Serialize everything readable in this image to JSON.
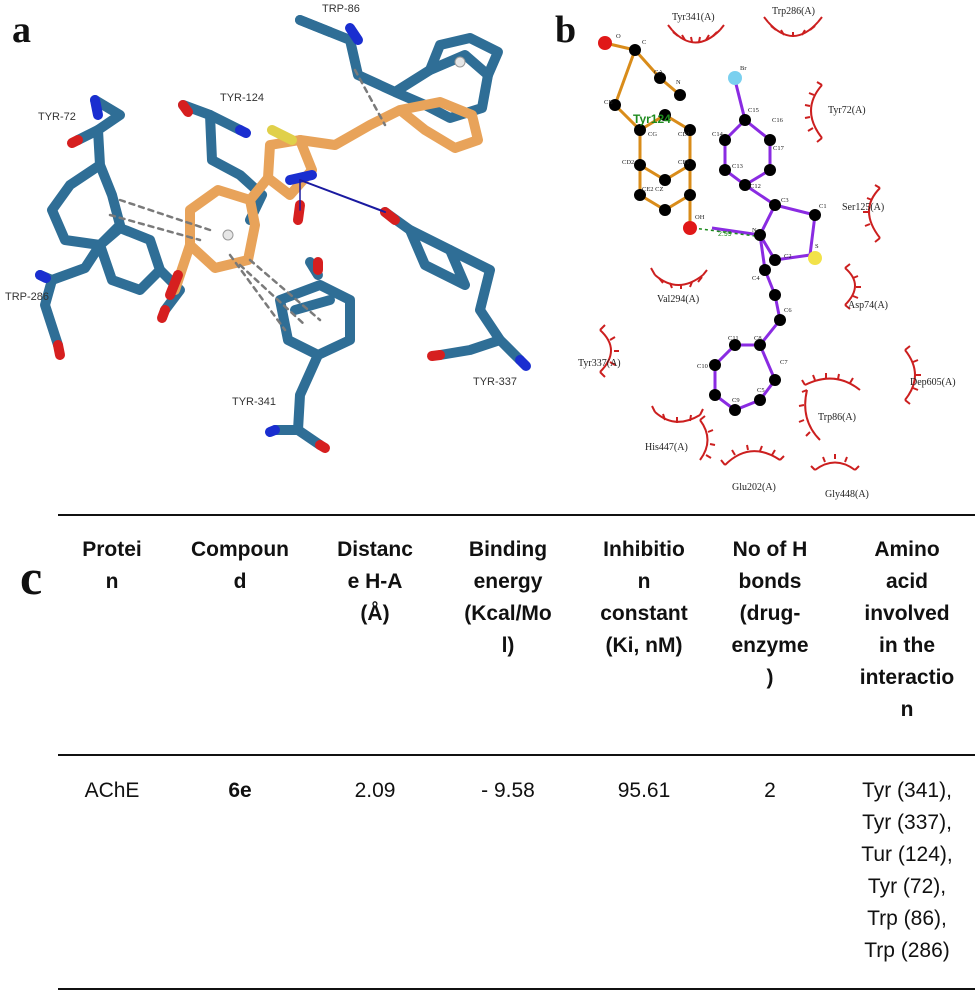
{
  "panels": {
    "a": "a",
    "b": "b",
    "c": "c"
  },
  "panel_a_labels": {
    "trp86": "TRP-86",
    "tyr124": "TYR-124",
    "tyr72": "TYR-72",
    "trp286": "TRP-286",
    "tyr341": "TYR-341",
    "tyr337": "TYR-337"
  },
  "panel_b": {
    "residues": {
      "tyr341": "Tyr341(A)",
      "trp286": "Trp286(A)",
      "tyr72": "Tyr72(A)",
      "ser125": "Ser125(A)",
      "asp74": "Asp74(A)",
      "val294": "Val294(A)",
      "tyr337": "Tyr337(A)",
      "dep605": "Dep605(A)",
      "trp86": "Trp86(A)",
      "his447": "His447(A)",
      "glu202": "Glu202(A)",
      "gly448": "Gly448(A)"
    },
    "tyr124_label": "Tyr124",
    "hbond_distance": "2.99",
    "atoms": {
      "o": "O",
      "c": "C",
      "ca": "CA",
      "n_top": "N",
      "cb": "CB",
      "cg": "CG",
      "cd1": "CD1",
      "cd2": "CD2",
      "ce1": "CE1",
      "ce2cz": "CE2 CZ",
      "oh": "OH",
      "br": "Br",
      "c15": "C15",
      "c16": "C16",
      "c14": "C14",
      "c17": "C17",
      "c13": "C13",
      "c12": "C12",
      "c3": "C3",
      "c1": "C1",
      "n_lig": "N",
      "c2": "C2",
      "s": "S",
      "c4": "C4",
      "c6": "C6",
      "c8": "C8",
      "c11": "C11",
      "c7": "C7",
      "c10": "C10",
      "c9": "C9",
      "c5": "C5"
    }
  },
  "table": {
    "headers": [
      [
        "Protei",
        "n"
      ],
      [
        "Compoun",
        "d"
      ],
      [
        "Distanc",
        "e H-A",
        "(Å)"
      ],
      [
        "Binding",
        "energy",
        "(Kcal/Mo",
        "l)"
      ],
      [
        "Inhibitio",
        "n",
        "constant",
        "(Ki, nM)"
      ],
      [
        "No of H",
        "bonds",
        "(drug-",
        "enzyme",
        ")"
      ],
      [
        "Amino",
        "acid",
        "involved",
        "in the",
        "interactio",
        "n"
      ]
    ],
    "row": {
      "protein": "AChE",
      "compound": "6e",
      "distance": "2.09",
      "binding_energy": "- 9.58",
      "inhibition_constant": "95.61",
      "h_bonds": "2",
      "amino_acids": [
        "Tyr (341),",
        "Tyr (337),",
        "Tur (124),",
        "Tyr (72),",
        "Trp (86),",
        "Trp (286)"
      ]
    }
  },
  "colors": {
    "protein_stick": "#2f6e96",
    "ligand_stick": "#e8a35a",
    "oxygen": "#d61f1f",
    "nitrogen": "#1a2ed0",
    "ligand_bond": "#8a2be2",
    "residue_arc": "#cc1f1f",
    "tyr124_label": "#1d8a1d",
    "hbond": "#1d8a1d"
  }
}
